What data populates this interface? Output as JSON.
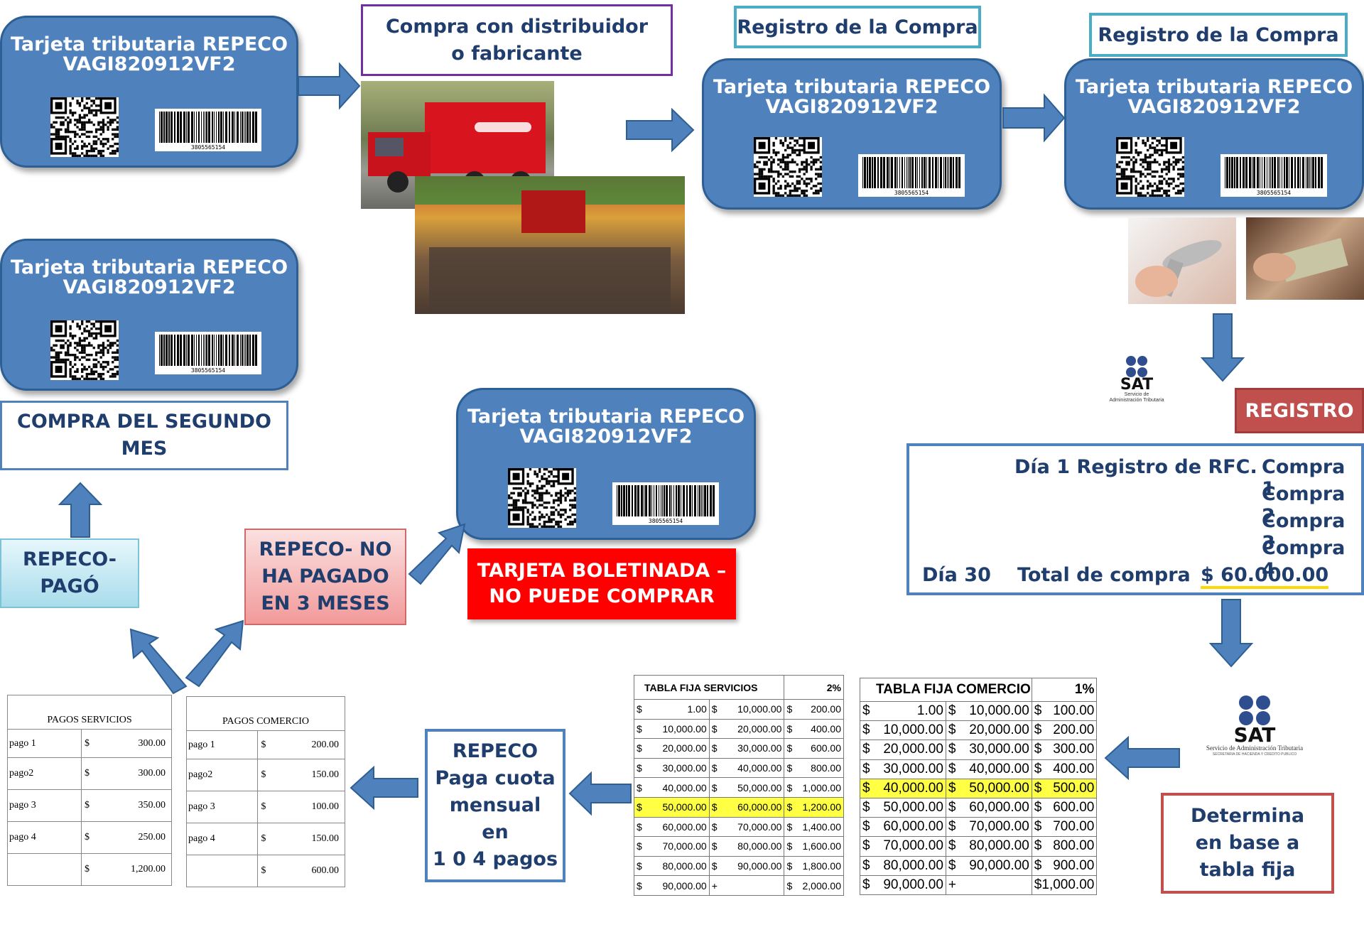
{
  "card": {
    "title_line1": "Tarjeta tributaria REPECO",
    "title_line2": "VAGI820912VF2",
    "barcode_digits": "3805565154"
  },
  "labels": {
    "compra_distribuidor": [
      "Compra con distribuidor",
      "o fabricante"
    ],
    "registro_compra_1": "Registro de la Compra",
    "registro_compra_2": "Registro de la Compra",
    "registro": "REGISTRO",
    "compra_segundo_mes": [
      "COMPRA DEL SEGUNDO",
      "MES"
    ],
    "repeco_pago": [
      "REPECO-",
      "PAGÓ"
    ],
    "repeco_no_pagado": [
      "REPECO- NO",
      "HA PAGADO",
      "EN 3 MESES"
    ],
    "tarjeta_boletinada": [
      "TARJETA BOLETINADA –",
      "NO PUEDE COMPRAR"
    ],
    "determina": [
      "Determina",
      "en base a",
      "tabla fija"
    ],
    "repeco_cuota": [
      "REPECO",
      "Paga cuota",
      "mensual",
      "en",
      "1 0 4 pagos"
    ]
  },
  "sat": {
    "logo_text": "SAT",
    "small_sub1": "Servicio de",
    "small_sub2": "Administración Tributaria",
    "large_sub1": "Servicio de Administración Tributaria",
    "large_sub2": "SECRETARIA DE HACIENDA Y CREDITO PUBLICO"
  },
  "registro_box": {
    "dia1": "Día 1 Registro de RFC.",
    "compras": [
      "Compra 1",
      "Compra 2",
      "Compra 3",
      "Compra 4"
    ],
    "dia30": "Día 30",
    "total_label": "Total de compra",
    "total_value": "$ 60.000.00"
  },
  "tabla_servicios": {
    "title": "TABLA FIJA SERVICIOS",
    "rate": "2%",
    "highlight_row": 5,
    "rows": [
      [
        "1.00",
        "10,000.00",
        "200.00"
      ],
      [
        "10,000.00",
        "20,000.00",
        "400.00"
      ],
      [
        "20,000.00",
        "30,000.00",
        "600.00"
      ],
      [
        "30,000.00",
        "40,000.00",
        "800.00"
      ],
      [
        "40,000.00",
        "50,000.00",
        "1,000.00"
      ],
      [
        "50,000.00",
        "60,000.00",
        "1,200.00"
      ],
      [
        "60,000.00",
        "70,000.00",
        "1,400.00"
      ],
      [
        "70,000.00",
        "80,000.00",
        "1,600.00"
      ],
      [
        "80,000.00",
        "90,000.00",
        "1,800.00"
      ],
      [
        "90,000.00",
        "+",
        "2,000.00"
      ]
    ]
  },
  "tabla_comercio": {
    "title": "TABLA FIJA COMERCIO",
    "rate": "1%",
    "highlight_row": 4,
    "rows": [
      [
        "1.00",
        "10,000.00",
        "100.00"
      ],
      [
        "10,000.00",
        "20,000.00",
        "200.00"
      ],
      [
        "20,000.00",
        "30,000.00",
        "300.00"
      ],
      [
        "30,000.00",
        "40,000.00",
        "400.00"
      ],
      [
        "40,000.00",
        "50,000.00",
        "500.00"
      ],
      [
        "50,000.00",
        "60,000.00",
        "600.00"
      ],
      [
        "60,000.00",
        "70,000.00",
        "700.00"
      ],
      [
        "70,000.00",
        "80,000.00",
        "800.00"
      ],
      [
        "80,000.00",
        "90,000.00",
        "900.00"
      ],
      [
        "90,000.00",
        "+",
        "1,000.00"
      ]
    ]
  },
  "pagos_servicios": {
    "title": "PAGOS  SERVICIOS",
    "rows": [
      [
        "pago 1",
        "300.00"
      ],
      [
        "pago2",
        "300.00"
      ],
      [
        "pago 3",
        "350.00"
      ],
      [
        "pago 4",
        "250.00"
      ],
      [
        "",
        "1,200.00"
      ]
    ]
  },
  "pagos_comercio": {
    "title": "PAGOS  COMERCIO",
    "rows": [
      [
        "pago 1",
        "200.00"
      ],
      [
        "pago2",
        "150.00"
      ],
      [
        "pago 3",
        "100.00"
      ],
      [
        "pago 4",
        "150.00"
      ],
      [
        "",
        "600.00"
      ]
    ]
  },
  "colors": {
    "card_blue": "#4f81bd",
    "arrow_blue": "#4f81bd",
    "text_navy": "#1f3d6d",
    "purple_border": "#7030a0",
    "teal_border": "#4bacc6",
    "red_border": "#c0504d",
    "highlight_yellow": "#ffff44"
  }
}
